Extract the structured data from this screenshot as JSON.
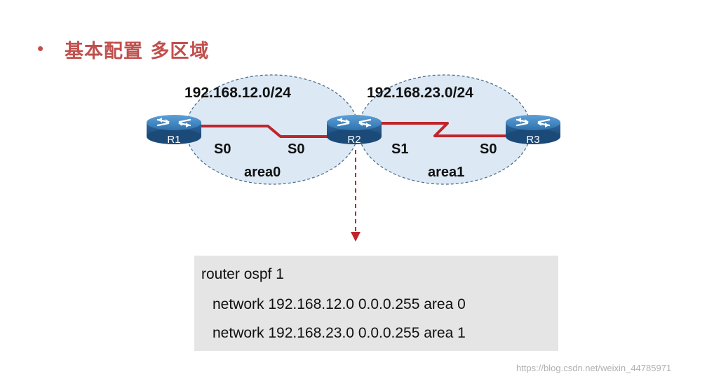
{
  "slide": {
    "bullet": "•",
    "title": "基本配置 多区域"
  },
  "topology": {
    "networks": {
      "left": "192.168.12.0/24",
      "right": "192.168.23.0/24"
    },
    "areas": {
      "left": "area0",
      "right": "area1"
    },
    "routers": [
      {
        "name": "R1"
      },
      {
        "name": "R2"
      },
      {
        "name": "R3"
      }
    ],
    "interfaces": {
      "r1_left_link": "S0",
      "r2_left_link": "S0",
      "r2_right_link": "S1",
      "r3_right_link": "S0"
    },
    "colors": {
      "area_fill": "#dce9f5",
      "area_border": "#4f6f8f",
      "link": "#c0252b",
      "callout_arrow": "#c0252b",
      "router_body": "#2d6ba3",
      "title": "#c0504d"
    }
  },
  "config": {
    "lines": [
      "router ospf 1",
      "network 192.168.12.0 0.0.0.255 area 0",
      "network 192.168.23.0 0.0.0.255 area 1"
    ]
  },
  "watermark": "https://blog.csdn.net/weixin_44785971"
}
